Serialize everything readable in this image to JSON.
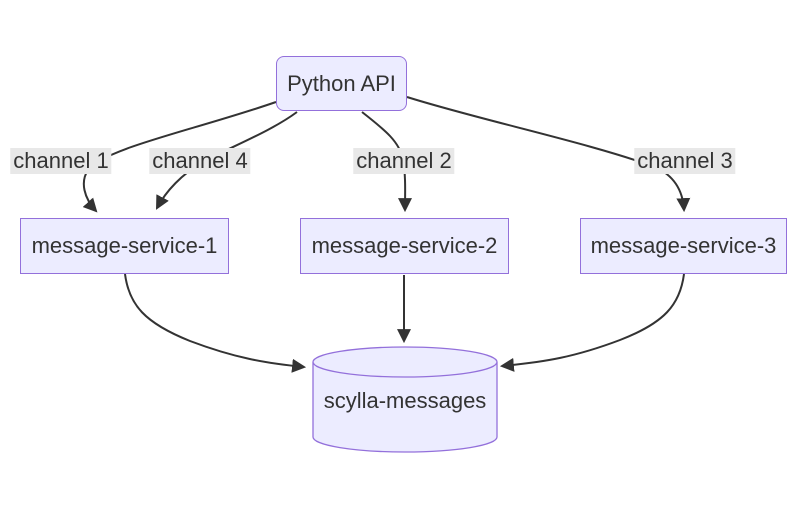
{
  "diagram": {
    "type": "flowchart",
    "nodes": {
      "api": {
        "label": "Python API",
        "shape": "rounded-rect"
      },
      "service1": {
        "label": "message-service-1",
        "shape": "rect"
      },
      "service2": {
        "label": "message-service-2",
        "shape": "rect"
      },
      "service3": {
        "label": "message-service-3",
        "shape": "rect"
      },
      "db": {
        "label": "scylla-messages",
        "shape": "cylinder"
      }
    },
    "edges": [
      {
        "from": "Python API",
        "to": "message-service-1",
        "label": "channel 1"
      },
      {
        "from": "Python API",
        "to": "message-service-1",
        "label": "channel 4"
      },
      {
        "from": "Python API",
        "to": "message-service-2",
        "label": "channel 2"
      },
      {
        "from": "Python API",
        "to": "message-service-3",
        "label": "channel 3"
      },
      {
        "from": "message-service-1",
        "to": "scylla-messages",
        "label": ""
      },
      {
        "from": "message-service-2",
        "to": "scylla-messages",
        "label": ""
      },
      {
        "from": "message-service-3",
        "to": "scylla-messages",
        "label": ""
      }
    ],
    "colors": {
      "node_fill": "#ECECFF",
      "node_border": "#9370DB",
      "edge_label_bg": "#e8e8e8",
      "text": "#333333",
      "arrow": "#333333",
      "background": "#ffffff"
    }
  }
}
